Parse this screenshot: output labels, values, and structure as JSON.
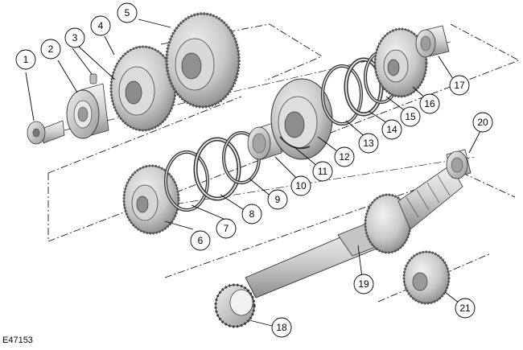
{
  "figure_id": "E47153",
  "callouts": [
    "1",
    "2",
    "3",
    "4",
    "5",
    "6",
    "7",
    "8",
    "9",
    "10",
    "11",
    "12",
    "13",
    "14",
    "15",
    "16",
    "17",
    "18",
    "19",
    "20",
    "21"
  ]
}
